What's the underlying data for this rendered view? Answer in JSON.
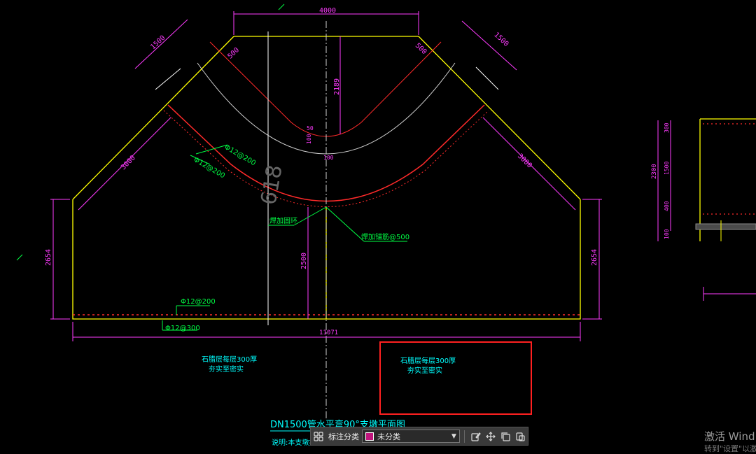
{
  "drawing": {
    "dims": {
      "top_width": "4000",
      "left_diag_1500": "1500",
      "right_diag_1500": "1500",
      "left_500": "500",
      "right_500": "500",
      "center_2189": "2189",
      "c_100": "100",
      "c_50": "50",
      "c_100b": "100",
      "left_3000": "3000",
      "right_3000": "3000",
      "left_2654": "2654",
      "right_2654": "2654",
      "center_2500": "2500",
      "bottom_total": "11071",
      "side_2300": "2300",
      "side_300": "300",
      "side_1500": "1500",
      "side_400": "400",
      "side_100": "100",
      "radius_618": "618"
    },
    "rebar": {
      "phi12_200_a": "Φ12@200",
      "phi12_200_b": "Φ12@200",
      "phi12_200_c": "Φ12@200",
      "phi12_300": "Φ12@300"
    },
    "notes": {
      "weld_ring": "焊加固环",
      "weld_anchor": "焊加锚筋@500",
      "stone_left_1": "石腊层每层300厚",
      "stone_left_2": "夯实至密实",
      "stone_right_1": "石腊层每层300厚",
      "stone_right_2": "夯实至密实",
      "title": "DN1500管水平弯90°支墩平面图",
      "explain": "说明:本支墩按通用图集施工"
    }
  },
  "toolbar": {
    "label": "标注分类",
    "select_value": "未分类",
    "swatch_color": "#c0157d"
  },
  "watermark": {
    "line1": "激活 Wind",
    "line2": "转到\"设置\"以激"
  }
}
